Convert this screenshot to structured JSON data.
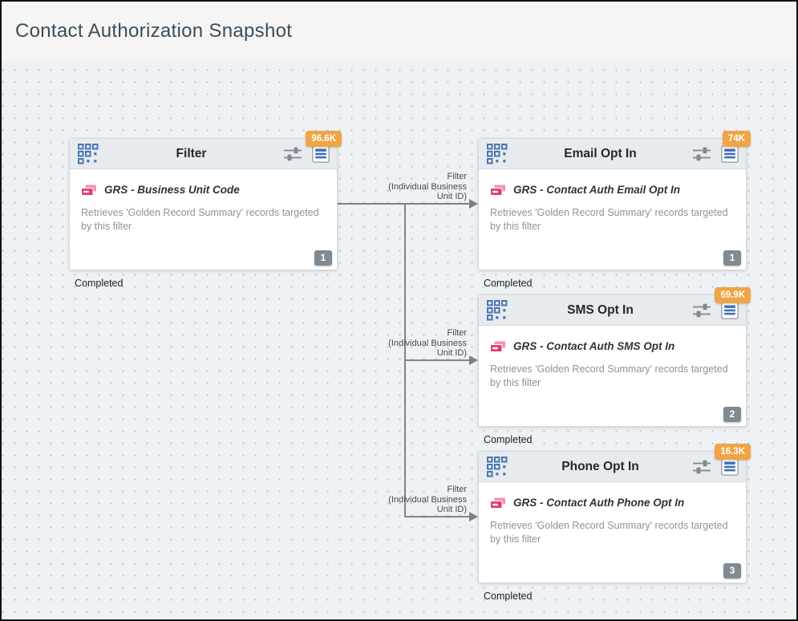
{
  "header": {
    "title": "Contact Authorization Snapshot"
  },
  "canvas": {
    "nodes": [
      {
        "id": "filter",
        "title": "Filter",
        "count": "96.6K",
        "source": "GRS - Business Unit Code",
        "description": "Retrieves 'Golden Record Summary' records targeted by this filter",
        "order": "1",
        "status": "Completed"
      },
      {
        "id": "email-opt-in",
        "title": "Email Opt In",
        "count": "74K",
        "source": "GRS - Contact Auth Email Opt In",
        "description": "Retrieves 'Golden Record Summary' records targeted by this filter",
        "order": "1",
        "status": "Completed"
      },
      {
        "id": "sms-opt-in",
        "title": "SMS Opt In",
        "count": "69.9K",
        "source": "GRS - Contact Auth SMS Opt In",
        "description": "Retrieves 'Golden Record Summary' records targeted by this filter",
        "order": "2",
        "status": "Completed"
      },
      {
        "id": "phone-opt-in",
        "title": "Phone Opt In",
        "count": "16.3K",
        "source": "GRS - Contact Auth Phone Opt In",
        "description": "Retrieves 'Golden Record Summary' records targeted by this filter",
        "order": "3",
        "status": "Completed"
      }
    ],
    "connectors": [
      {
        "label": "Filter\n(Individual Business\nUnit ID)"
      },
      {
        "label": "Filter\n(Individual Business\nUnit ID)"
      },
      {
        "label": "Filter\n(Individual Business\nUnit ID)"
      }
    ],
    "icons": {
      "grid": "grid-handle-icon",
      "sliders": "settings-sliders-icon",
      "log": "log-list-icon",
      "records": "records-icon",
      "arrow": "connector-arrow-icon"
    },
    "colors": {
      "count_badge": "#f0a444",
      "order_badge": "#7e8b94",
      "icon_blue": "#4775b0",
      "records_pink": "#de3d76",
      "records_pink_light": "#f291b5",
      "connector": "#7a868e",
      "node_header_bg": "#e8ebee",
      "canvas_bg": "#eff2f5"
    }
  }
}
